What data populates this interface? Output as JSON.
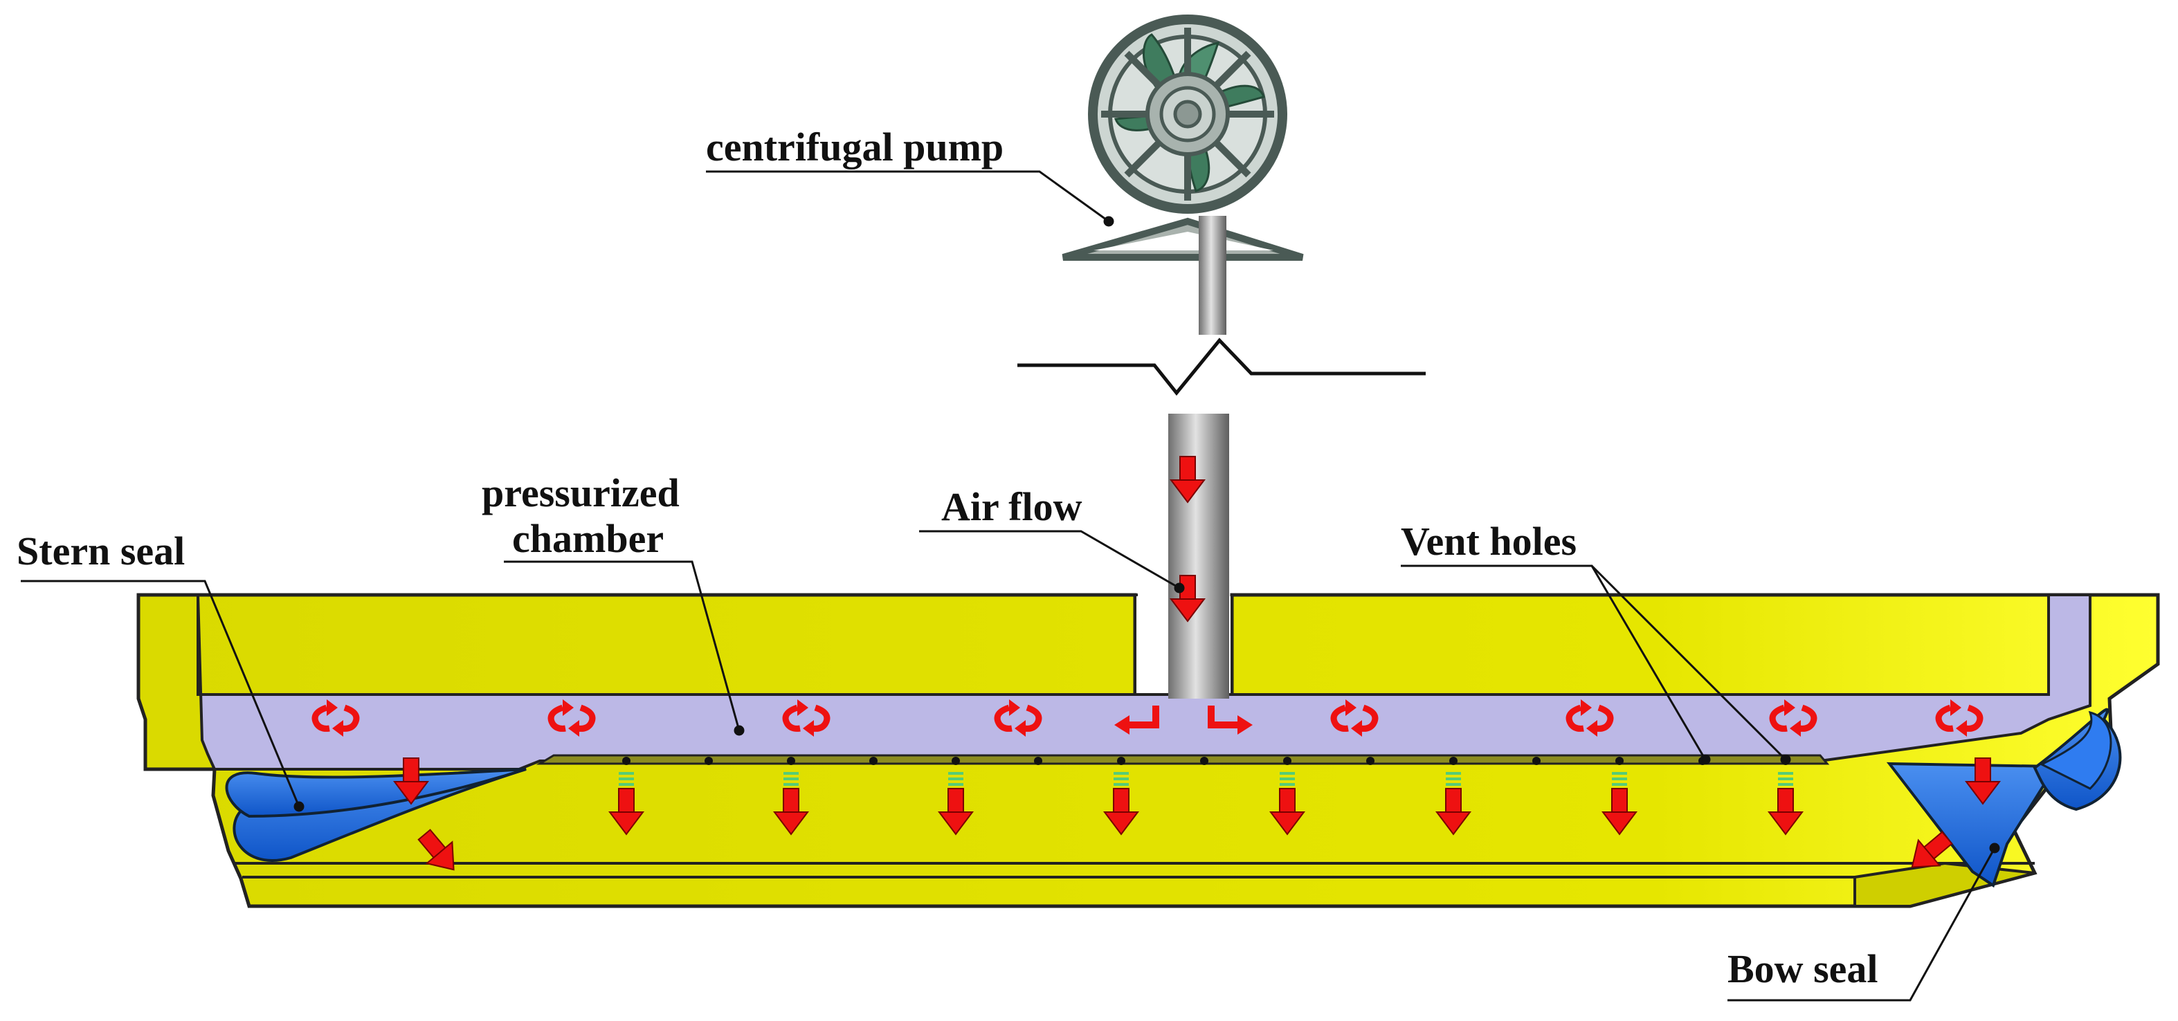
{
  "labels": {
    "centrifugal_pump": "centrifugal pump",
    "air_flow": "Air flow",
    "pressurized_line1": "pressurized",
    "pressurized_line2": "chamber",
    "stern_seal": "Stern seal",
    "vent_holes": "Vent holes",
    "bow_seal": "Bow seal"
  },
  "colors": {
    "hull": "#e3e300",
    "hull_highlight": "#ffff22",
    "chamber": "#bcb8e6",
    "seal": "#1f6fe0",
    "arrow": "#ee1111",
    "pump": "#4a5a55",
    "impeller": "#3f7c5e",
    "outline": "#1a1a1a"
  },
  "icons": {
    "pump": "centrifugal-pump-icon",
    "flow_arrow": "down-arrow-icon",
    "swirl": "circulation-arrows-icon"
  }
}
